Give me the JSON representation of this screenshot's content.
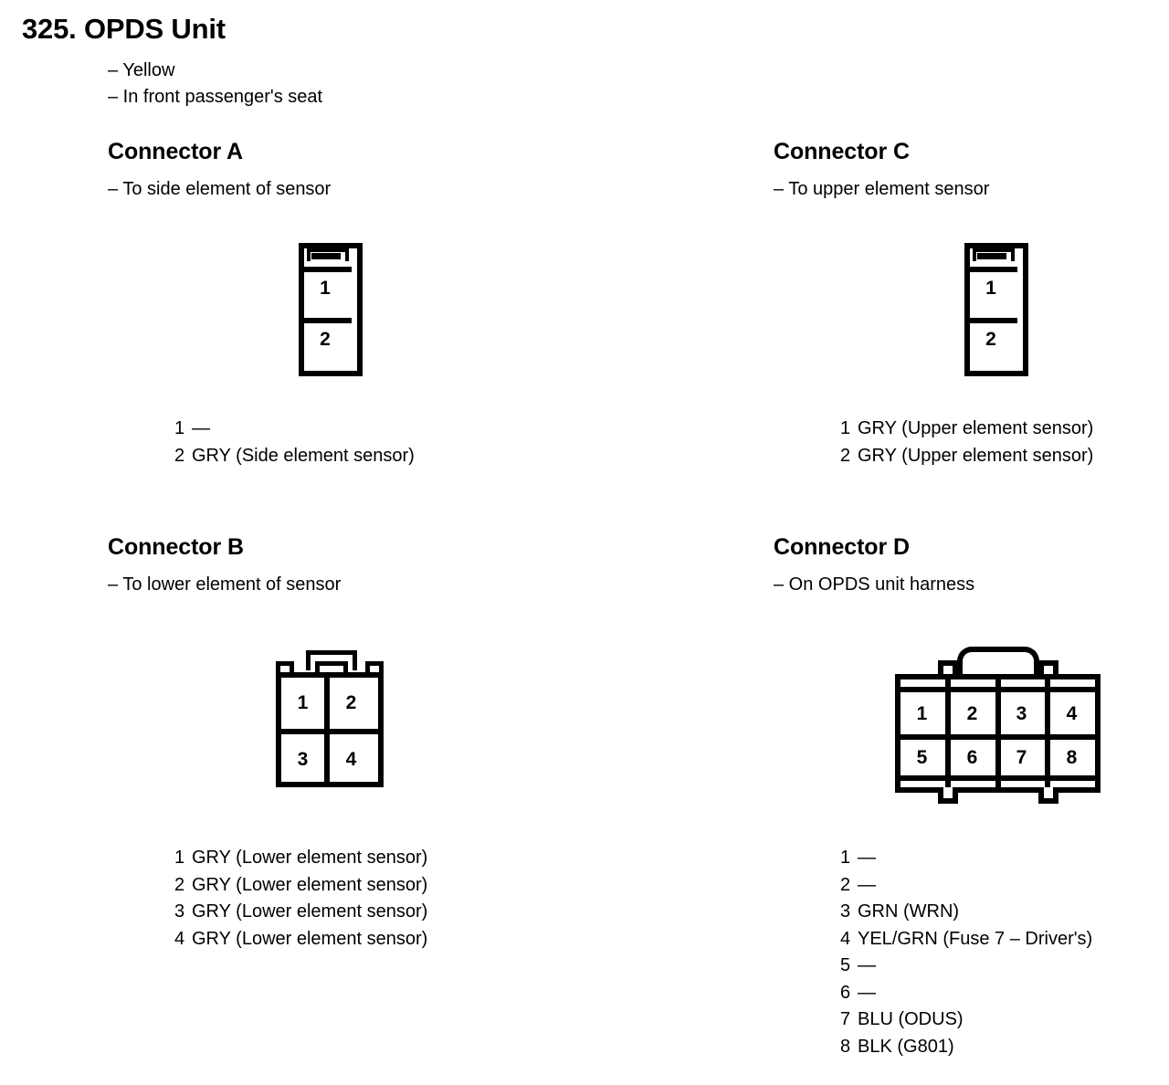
{
  "page": {
    "title": "325. OPDS Unit",
    "notes": [
      "– Yellow",
      "– In front passenger's seat"
    ]
  },
  "connectors": {
    "a": {
      "title": "Connector A",
      "subtitle": "– To side element of sensor",
      "shape": "2-pin-vertical",
      "cells": [
        "1",
        "2"
      ],
      "pins": [
        {
          "no": "1",
          "value": "—"
        },
        {
          "no": "2",
          "value": "GRY (Side element sensor)"
        }
      ]
    },
    "b": {
      "title": "Connector B",
      "subtitle": "– To lower element of sensor",
      "shape": "4-pin-2x2",
      "cells": [
        "1",
        "2",
        "3",
        "4"
      ],
      "pins": [
        {
          "no": "1",
          "value": "GRY (Lower element sensor)"
        },
        {
          "no": "2",
          "value": "GRY (Lower element sensor)"
        },
        {
          "no": "3",
          "value": "GRY (Lower element sensor)"
        },
        {
          "no": "4",
          "value": "GRY (Lower element sensor)"
        }
      ]
    },
    "c": {
      "title": "Connector C",
      "subtitle": "– To upper element sensor",
      "shape": "2-pin-vertical",
      "cells": [
        "1",
        "2"
      ],
      "pins": [
        {
          "no": "1",
          "value": "GRY (Upper element sensor)"
        },
        {
          "no": "2",
          "value": "GRY (Upper element sensor)"
        }
      ]
    },
    "d": {
      "title": "Connector D",
      "subtitle": "– On OPDS unit harness",
      "shape": "8-pin-4x2",
      "cells": [
        "1",
        "2",
        "3",
        "4",
        "5",
        "6",
        "7",
        "8"
      ],
      "pins": [
        {
          "no": "1",
          "value": "—"
        },
        {
          "no": "2",
          "value": "—"
        },
        {
          "no": "3",
          "value": "GRN (WRN)"
        },
        {
          "no": "4",
          "value": "YEL/GRN (Fuse 7 – Driver's)"
        },
        {
          "no": "5",
          "value": "—"
        },
        {
          "no": "6",
          "value": "—"
        },
        {
          "no": "7",
          "value": "BLU (ODUS)"
        },
        {
          "no": "8",
          "value": "BLK (G801)"
        }
      ]
    }
  },
  "colors": {
    "ink": "#000000",
    "paper": "#ffffff"
  }
}
